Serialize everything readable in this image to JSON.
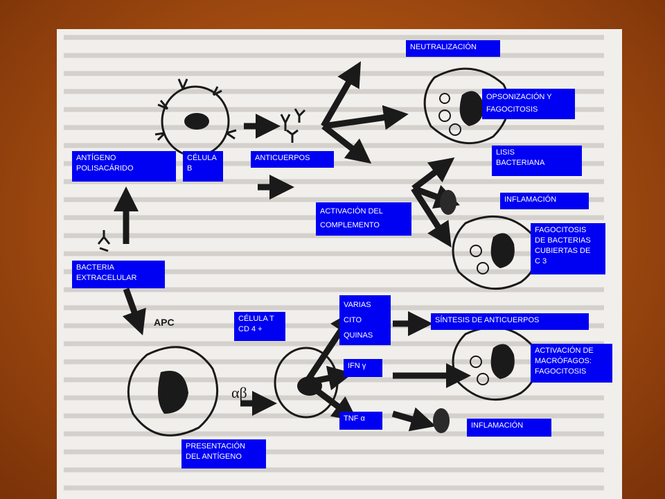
{
  "colors": {
    "background": "#a84f12",
    "panel": "#f1efec",
    "label_bg": "#0000f2",
    "label_text": "#ffffff",
    "ink": "#1a1a1a"
  },
  "diagram_marks": {
    "apc": "APC",
    "alpha_beta": "αβ"
  },
  "labels": {
    "neutralizacion": "NEUTRALIZACIÓN",
    "opsonizacion": "OPSONIZACIÓN Y\nFAGOCITOSIS",
    "antigeno": "ANTÍGENO\nPOLISACÁRIDO",
    "celula_b": "CÉLULA\nB",
    "anticuerpos": "ANTICUERPOS",
    "lisis": "LISIS\nBACTERIANA",
    "inflamacion_1": "INFLAMACIÓN",
    "activacion_complemento": "ACTIVACIÓN DEL\nCOMPLEMENTO",
    "fagocitosis_bacterias": "FAGOCITOSIS\nDE BACTERIAS\nCUBIERTAS DE\nC 3",
    "bacteria": "BACTERIA\nEXTRACELULAR",
    "varias_citoquinas": "VARIAS\nCITO\nQUINAS",
    "celula_t": "CÉLULA T\nCD 4 +",
    "sintesis": "SÍNTESIS DE ANTICUERPOS",
    "ifn": "IFN γ",
    "activacion_macrofagos": "ACTIVACIÓN DE\nMACRÓFAGOS:\nFAGOCITOSIS",
    "tnf": "TNF α",
    "inflamacion_2": "INFLAMACIÓN",
    "presentacion": "PRESENTACIÓN\nDEL ANTÍGENO"
  }
}
